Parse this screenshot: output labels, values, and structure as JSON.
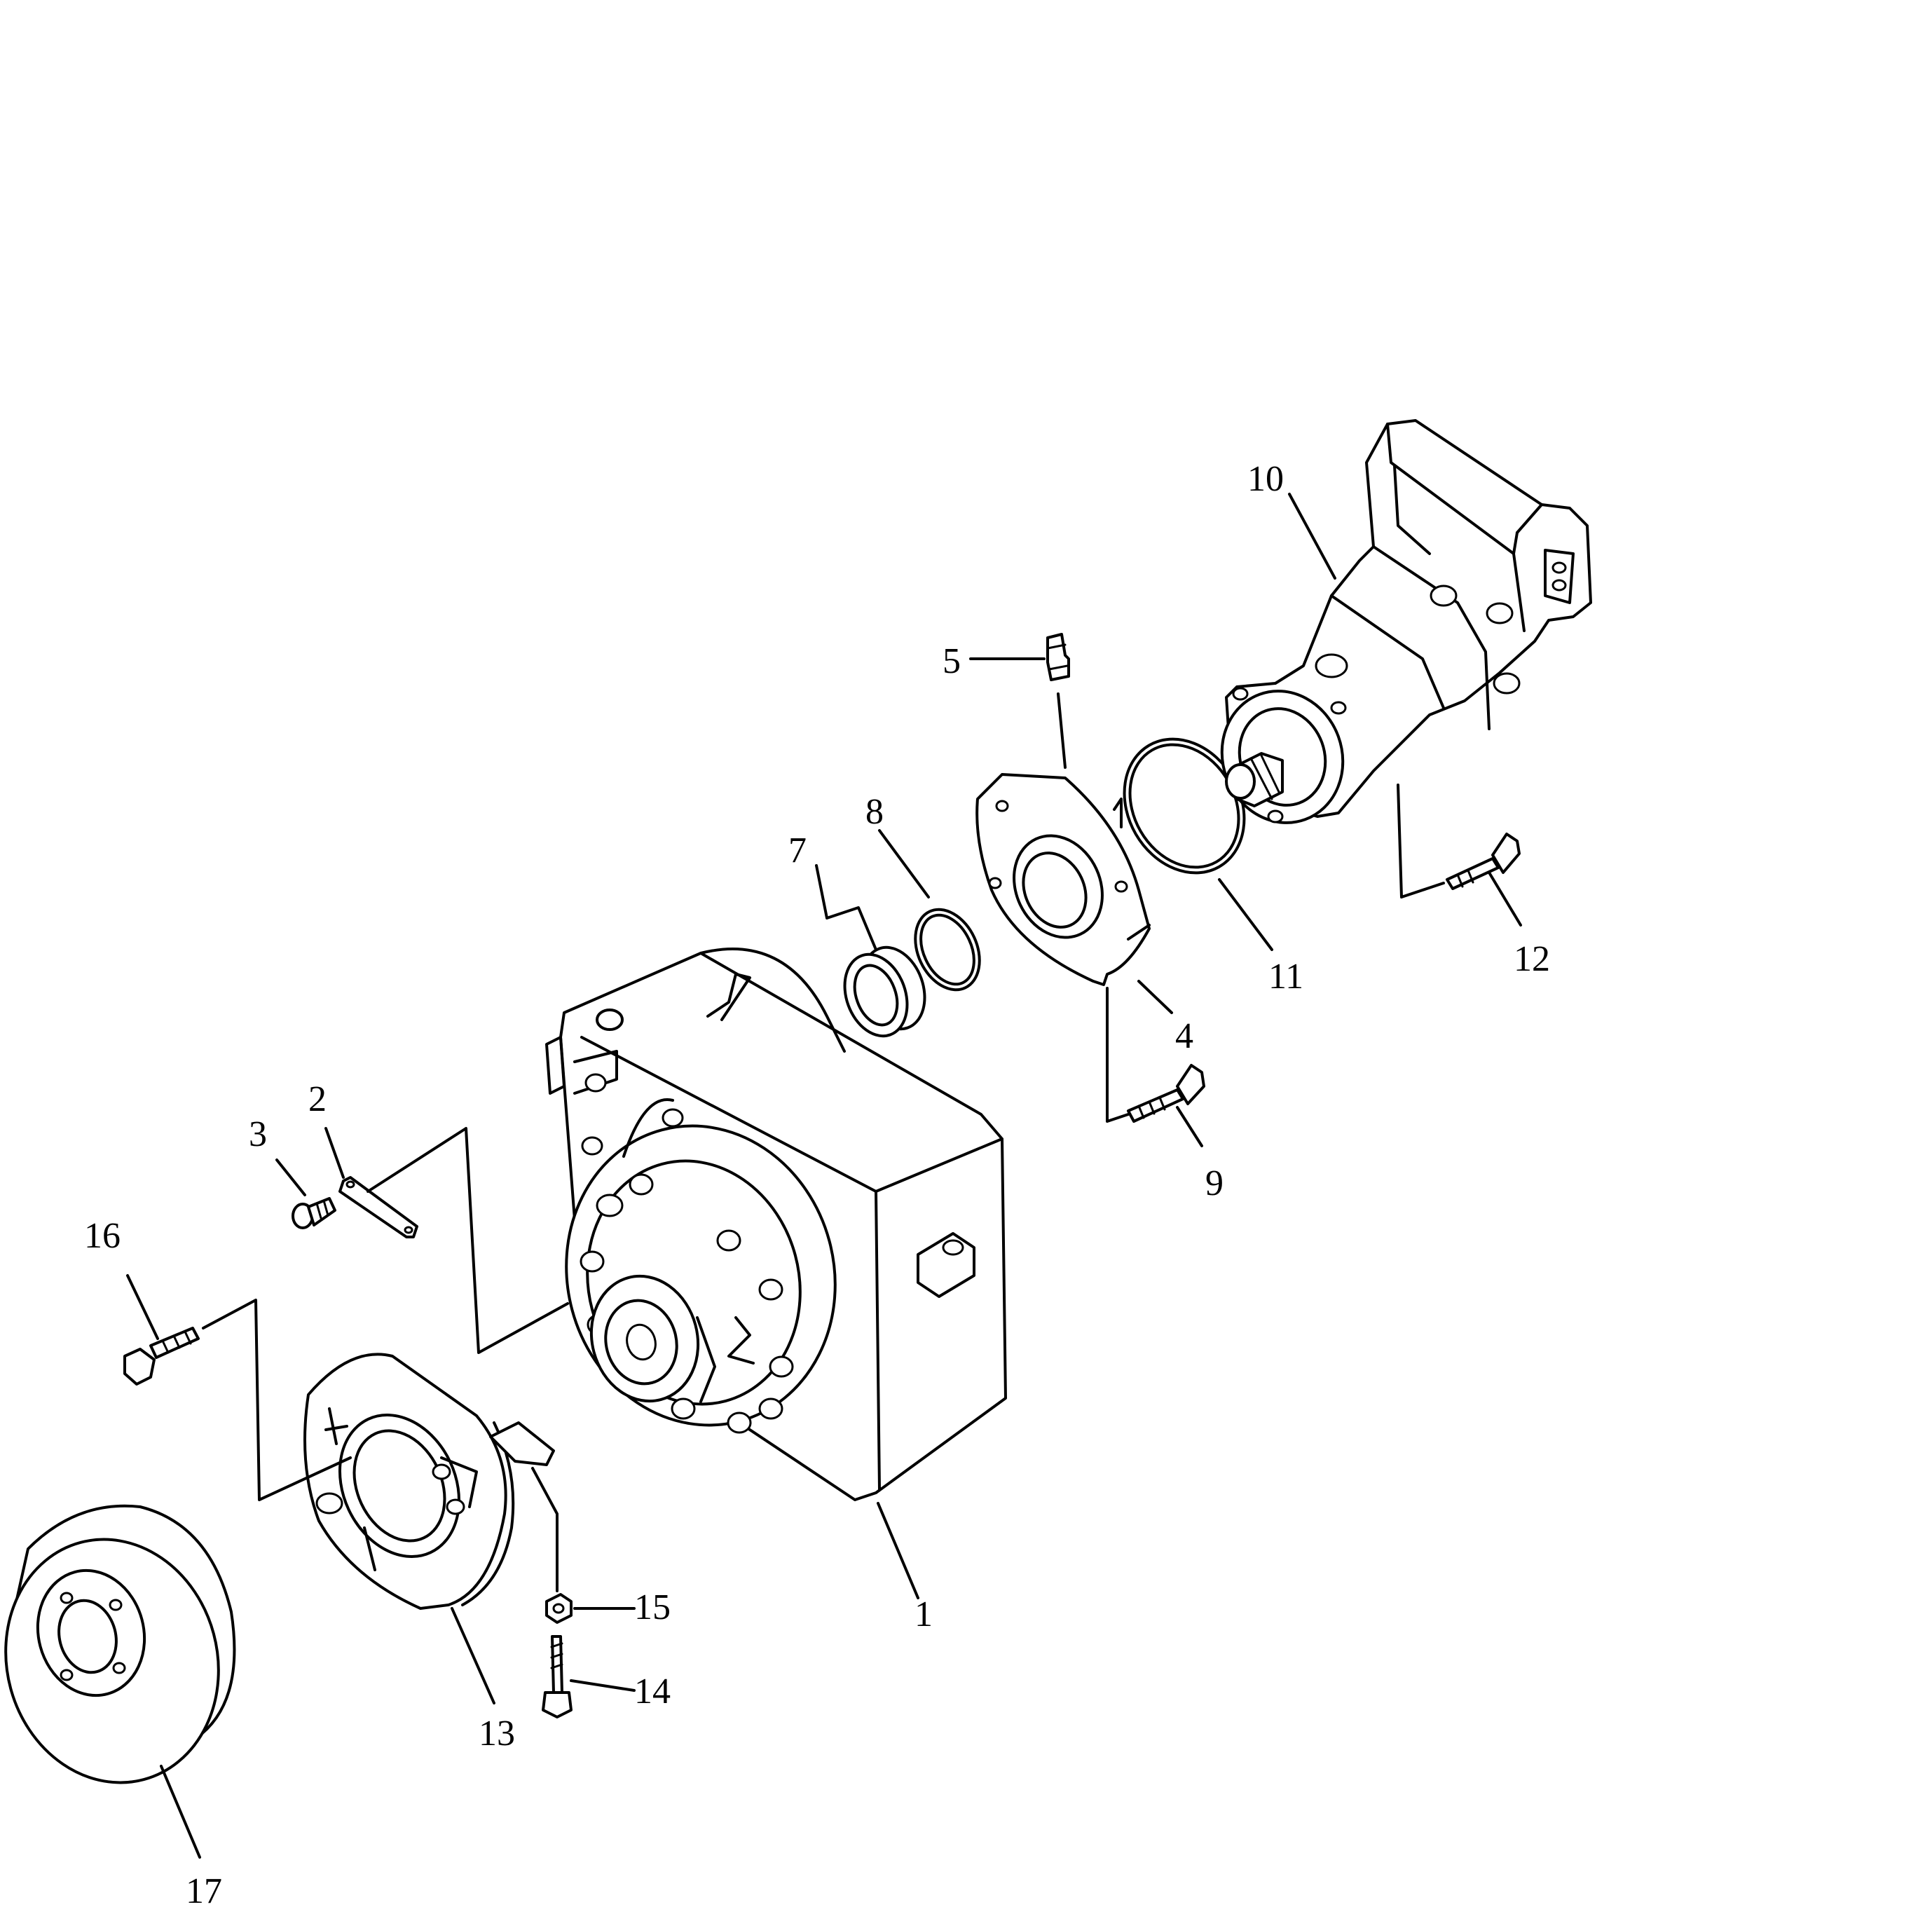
{
  "diagram": {
    "callouts": [
      {
        "id": "1",
        "label": "1"
      },
      {
        "id": "2",
        "label": "2"
      },
      {
        "id": "3",
        "label": "3"
      },
      {
        "id": "4",
        "label": "4"
      },
      {
        "id": "5",
        "label": "5"
      },
      {
        "id": "7",
        "label": "7"
      },
      {
        "id": "8",
        "label": "8"
      },
      {
        "id": "9",
        "label": "9"
      },
      {
        "id": "10",
        "label": "10"
      },
      {
        "id": "11",
        "label": "11"
      },
      {
        "id": "12",
        "label": "12"
      },
      {
        "id": "13",
        "label": "13"
      },
      {
        "id": "14",
        "label": "14"
      },
      {
        "id": "15",
        "label": "15"
      },
      {
        "id": "16",
        "label": "16"
      },
      {
        "id": "17",
        "label": "17"
      }
    ]
  }
}
